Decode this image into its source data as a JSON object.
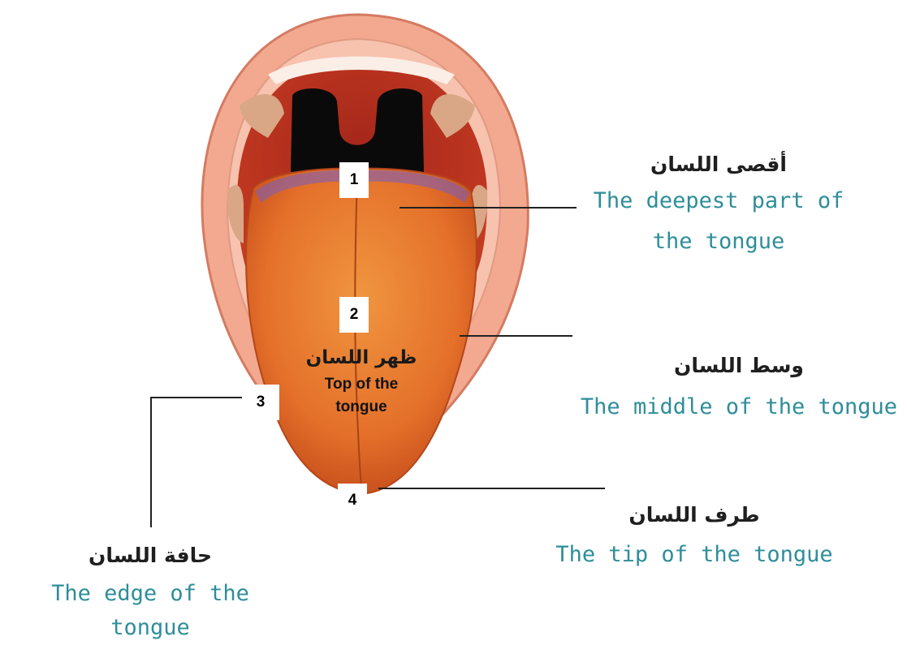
{
  "labels": {
    "back": {
      "number": "1",
      "arabic": "أقصى اللسان",
      "english_line1": "The deepest part of",
      "english_line2": "the tongue"
    },
    "middle": {
      "number": "2",
      "arabic": "وسط اللسان",
      "english": "The middle of the tongue"
    },
    "edge": {
      "number": "3",
      "arabic": "حافة اللسان",
      "english": "The edge of the tongue"
    },
    "tip": {
      "number": "4",
      "arabic": "طرف اللسان",
      "english": "The tip of the tongue"
    },
    "top": {
      "arabic": "ظهر اللسان",
      "english_line1": "Top of the",
      "english_line2": "tongue"
    }
  },
  "colors": {
    "lip": "#f2a98f",
    "mouth_interior": "#b8311d",
    "throat": "#0a0a0a",
    "tongue": "#e8772e",
    "label_english": "#2e8e99",
    "label_arabic": "#1f1f1f"
  }
}
